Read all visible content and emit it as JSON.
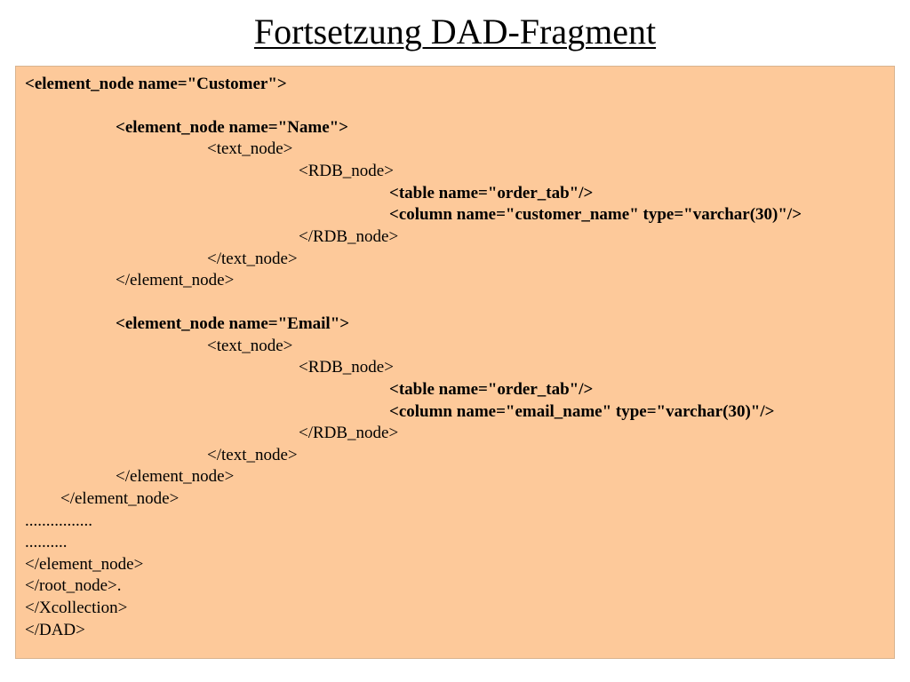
{
  "slide": {
    "title": "Fortsetzung DAD-Fragment"
  },
  "code": {
    "lines": [
      "<element_node name=\"Customer\">",
      "<element_node name=\"Name\">",
      "<text_node>",
      "<RDB_node>",
      "<table name=\"order_tab\"/>",
      "<column name=\"customer_name\" type=\"varchar(30)\"/>",
      "</RDB_node>",
      "</text_node>",
      "</element_node>",
      "<element_node name=\"Email\">",
      "<text_node>",
      "<RDB_node>",
      "<table name=\"order_tab\"/>",
      "<column name=\"email_name\" type=\"varchar(30)\"/>",
      "</RDB_node>",
      "</text_node>",
      "</element_node>",
      "</element_node>",
      "................",
      "..........",
      "</element_node>",
      "</root_node>.",
      "</Xcollection>",
      "</DAD>"
    ]
  }
}
